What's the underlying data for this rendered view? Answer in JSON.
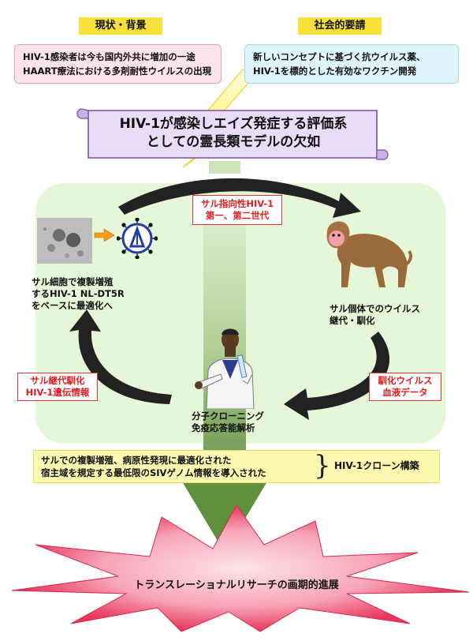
{
  "background_section": {
    "header": "現状・背景",
    "lines": [
      "HIV-1感染者は今も国内外共に増加の一途",
      "HAART療法における多剤耐性ウイルスの出現"
    ]
  },
  "social_needs": {
    "header": "社会的要請",
    "lines": [
      "新しいコンセプトに基づく抗ウイルス薬、",
      "HIV-1を標的とした有効なワクチン開発"
    ]
  },
  "scroll_banner": {
    "lines": [
      "HIV-1が感染しエイズ発症する評価系",
      "としての霊長類モデルの欠如"
    ]
  },
  "cycle": {
    "top_label": [
      "サル指向性HIV-1",
      "第一、第二世代"
    ],
    "left_caption": [
      "サル細胞で複製増殖",
      "するHIV-1 NL-DT5R",
      "をベースに最適化へ"
    ],
    "right_caption": [
      "サル個体でのウイルス",
      "継代・馴化"
    ],
    "left_label": [
      "サル継代馴化",
      "HIV-1遺伝情報"
    ],
    "right_label": [
      "馴化ウイルス",
      "血液データ"
    ],
    "center_caption": [
      "分子クローニング",
      "免疫応答能解析"
    ]
  },
  "summary": {
    "lines": [
      "サルでの複製増殖、病原性発現に最適化された",
      "宿主域を規定する最低限のSIVゲノム情報を導入された"
    ],
    "result": "HIV-1クローン構築"
  },
  "outcome": {
    "text": "トランスレーショナルリサーチの画期的進展"
  },
  "colors": {
    "header_bg": "#f5e13a",
    "pink_box": "#fde3ea",
    "light_box": "#dff5fb",
    "scroll_fill": "#e8dcf6",
    "cycle_bg": "#e8f7dc",
    "red_label": "#e43434",
    "lightning": "#fff33a",
    "arrow_green": "#5f8f3a",
    "burst": "#e8365a"
  }
}
